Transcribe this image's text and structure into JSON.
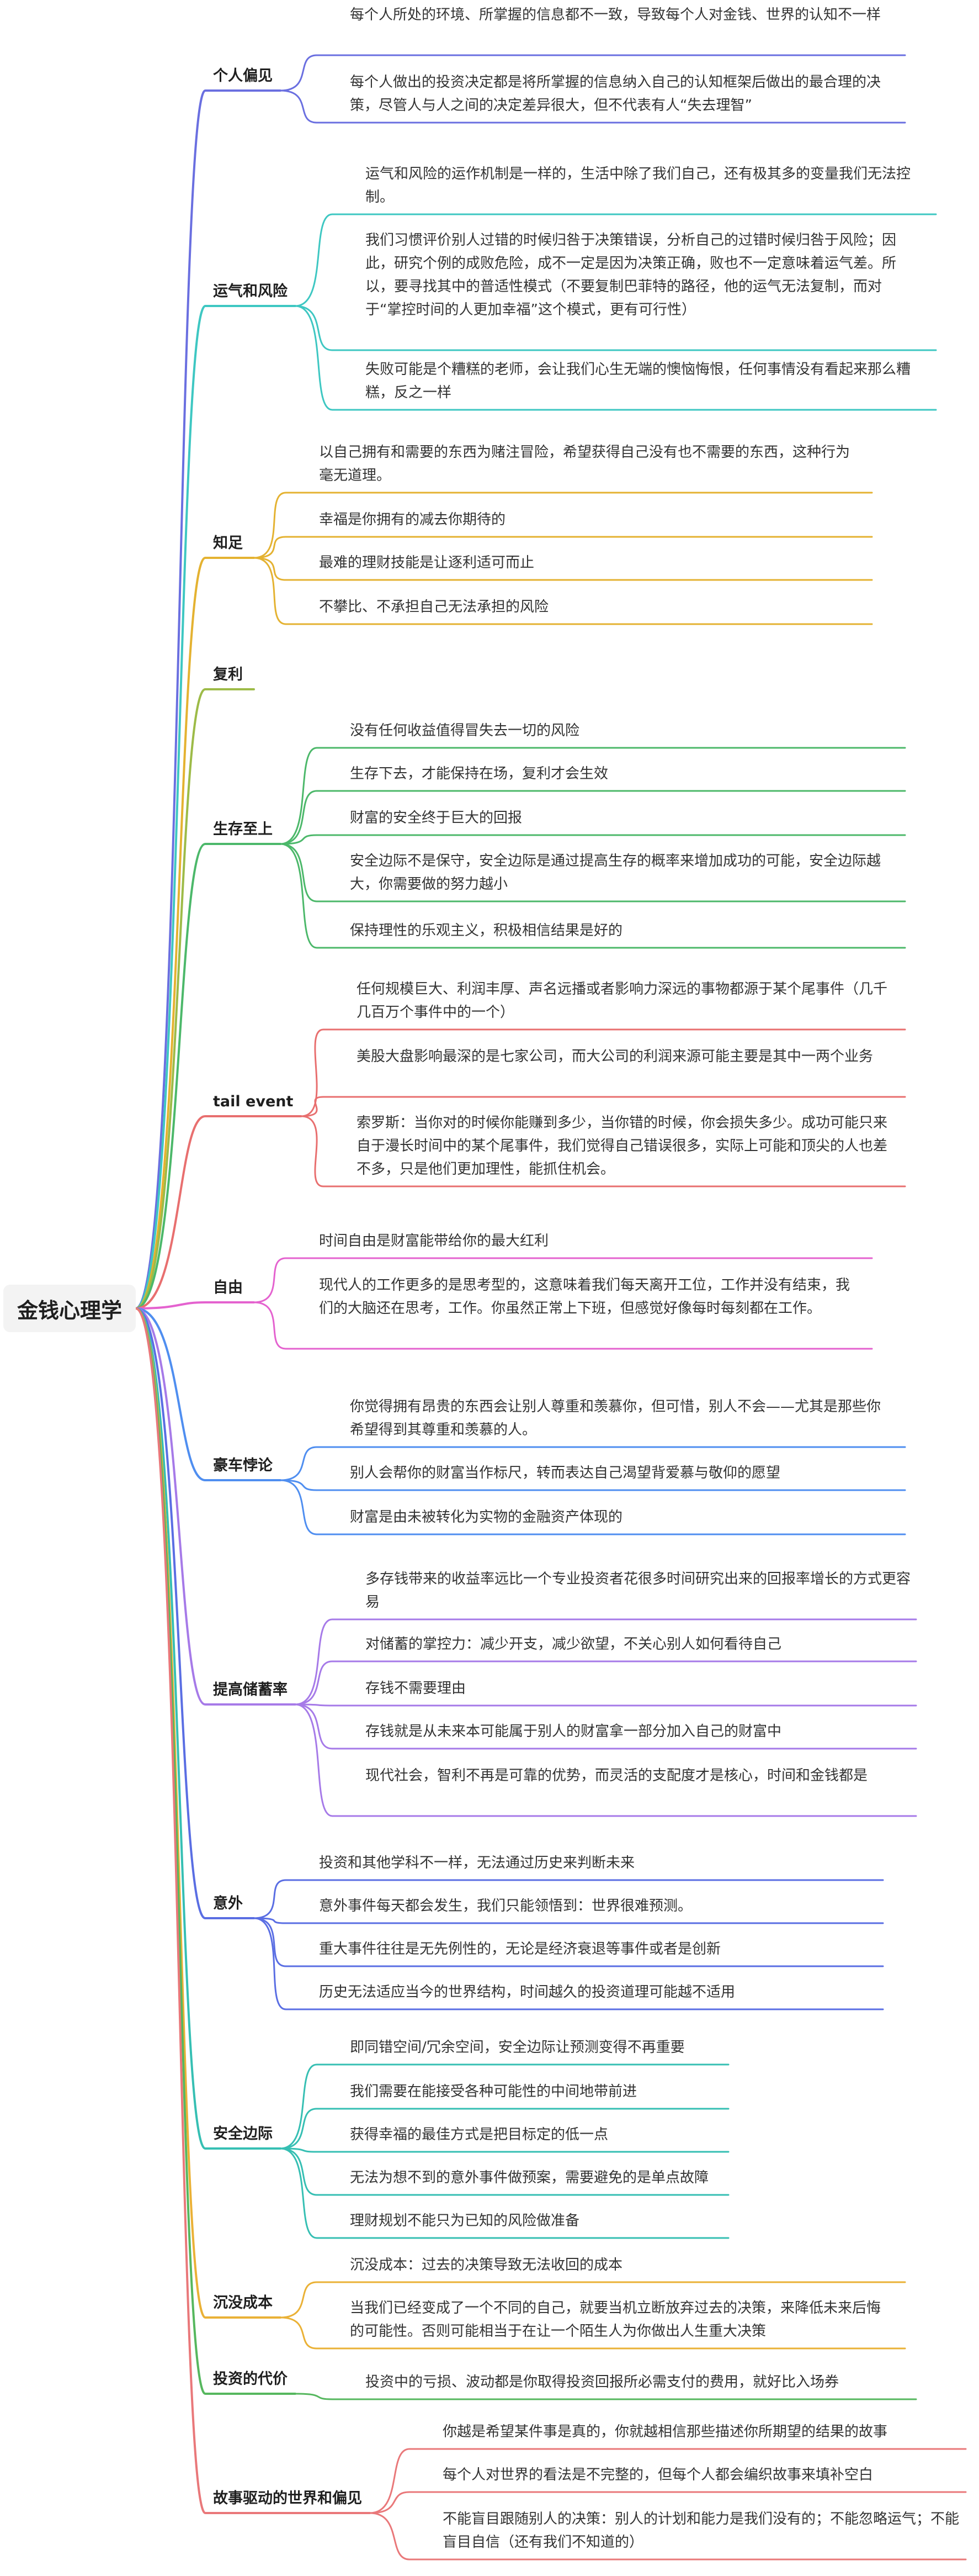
{
  "root": "金钱心理学",
  "colors": {
    "branch_palette": [
      "#6a6fe0",
      "#3ec7c2",
      "#e4b231",
      "#9dbb48",
      "#4cb86a",
      "#e86f6f",
      "#e462cf",
      "#4f8ef0",
      "#a67ae8",
      "#5a6ee3",
      "#36bfb3",
      "#eab136",
      "#56b75e",
      "#e9787a"
    ],
    "root_bg": "#f3f3f3"
  },
  "branches": [
    {
      "label": "个人偏见",
      "items": [
        "每个人所处的环境、所掌握的信息都不一致，导致每个人对金钱、世界的认知不一样",
        "每个人做出的投资决定都是将所掌握的信息纳入自己的认知框架后做出的最合理的决策，尽管人与人之间的决定差异很大，但不代表有人“失去理智”"
      ]
    },
    {
      "label": "运气和风险",
      "items": [
        "运气和风险的运作机制是一样的，生活中除了我们自己，还有极其多的变量我们无法控制。",
        "我们习惯评价别人过错的时候归咎于决策错误，分析自己的过错时候归咎于风险；因此，研究个例的成败危险，成不一定是因为决策正确，败也不一定意味着运气差。所以，要寻找其中的普适性模式（不要复制巴菲特的路径，他的运气无法复制，而对于“掌控时间的人更加幸福”这个模式，更有可行性）",
        "失败可能是个糟糕的老师，会让我们心生无端的懊恼悔恨，任何事情没有看起来那么糟糕，反之一样"
      ]
    },
    {
      "label": "知足",
      "items": [
        "以自己拥有和需要的东西为赌注冒险，希望获得自己没有也不需要的东西，这种行为毫无道理。",
        "幸福是你拥有的减去你期待的",
        "最难的理财技能是让逐利适可而止",
        "不攀比、不承担自己无法承担的风险"
      ]
    },
    {
      "label": "复利",
      "items": []
    },
    {
      "label": "生存至上",
      "items": [
        "没有任何收益值得冒失去一切的风险",
        "生存下去，才能保持在场，复利才会生效",
        "财富的安全终于巨大的回报",
        "安全边际不是保守，安全边际是通过提高生存的概率来增加成功的可能，安全边际越大，你需要做的努力越小",
        "保持理性的乐观主义，积极相信结果是好的"
      ]
    },
    {
      "label": "tail event",
      "items": [
        "任何规模巨大、利润丰厚、声名远播或者影响力深远的事物都源于某个尾事件（几千几百万个事件中的一个）",
        "美股大盘影响最深的是七家公司，而大公司的利润来源可能主要是其中一两个业务",
        "索罗斯：当你对的时候你能赚到多少，当你错的时候，你会损失多少。成功可能只来自于漫长时间中的某个尾事件，我们觉得自己错误很多，实际上可能和顶尖的人也差不多，只是他们更加理性，能抓住机会。"
      ]
    },
    {
      "label": "自由",
      "items": [
        "时间自由是财富能带给你的最大红利",
        "现代人的工作更多的是思考型的，这意味着我们每天离开工位，工作并没有结束，我们的大脑还在思考，工作。你虽然正常上下班，但感觉好像每时每刻都在工作。"
      ]
    },
    {
      "label": "豪车悖论",
      "items": [
        "你觉得拥有昂贵的东西会让别人尊重和羡慕你，但可惜，别人不会——尤其是那些你希望得到其尊重和羡慕的人。",
        "别人会帮你的财富当作标尺，转而表达自己渴望背爱慕与敬仰的愿望",
        "财富是由未被转化为实物的金融资产体现的"
      ]
    },
    {
      "label": "提高储蓄率",
      "items": [
        "多存钱带来的收益率远比一个专业投资者花很多时间研究出来的回报率增长的方式更容易",
        "对储蓄的掌控力：减少开支，减少欲望，不关心别人如何看待自己",
        "存钱不需要理由",
        "存钱就是从未来本可能属于别人的财富拿一部分加入自己的财富中",
        "现代社会，智利不再是可靠的优势，而灵活的支配度才是核心，时间和金钱都是"
      ]
    },
    {
      "label": "意外",
      "items": [
        "投资和其他学科不一样，无法通过历史来判断未来",
        "意外事件每天都会发生，我们只能领悟到：世界很难预测。",
        "重大事件往往是无先例性的，无论是经济衰退等事件或者是创新",
        "历史无法适应当今的世界结构，时间越久的投资道理可能越不适用"
      ]
    },
    {
      "label": "安全边际",
      "items": [
        "即同错空间/冗余空间，安全边际让预测变得不再重要",
        "我们需要在能接受各种可能性的中间地带前进",
        "获得幸福的最佳方式是把目标定的低一点",
        "无法为想不到的意外事件做预案，需要避免的是单点故障",
        "理财规划不能只为已知的风险做准备"
      ]
    },
    {
      "label": "沉没成本",
      "items": [
        "沉没成本：过去的决策导致无法收回的成本",
        "当我们已经变成了一个不同的自己，就要当机立断放弃过去的决策，来降低未来后悔的可能性。否则可能相当于在让一个陌生人为你做出人生重大决策"
      ]
    },
    {
      "label": "投资的代价",
      "items": [
        "投资中的亏损、波动都是你取得投资回报所必需支付的费用，就好比入场券"
      ]
    },
    {
      "label": "故事驱动的世界和偏见",
      "items": [
        "你越是希望某件事是真的，你就越相信那些描述你所期望的结果的故事",
        "每个人对世界的看法是不完整的，但每个人都会编织故事来填补空白",
        "不能盲目跟随别人的决策：别人的计划和能力是我们没有的；不能忽略运气；不能盲目自信（还有我们不知道的）"
      ]
    }
  ]
}
